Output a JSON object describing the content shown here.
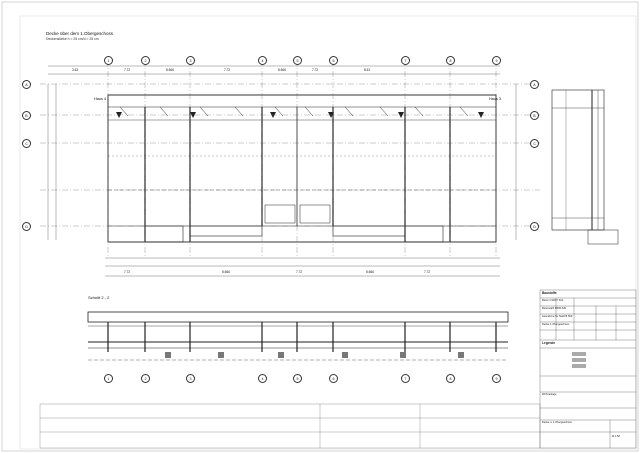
{
  "plan": {
    "title": "Decke über dem 1.Obergeschoss",
    "subtitle": "Deckenstärke h = 25 cm/d = 25 cm",
    "haus_left": "Haus 4",
    "haus_right": "Haus 3"
  },
  "section": {
    "title": "Schnitt 2 - 2"
  },
  "grid": {
    "columns": [
      "1",
      "2",
      "3",
      "4",
      "5",
      "6",
      "7",
      "8",
      "9"
    ],
    "rows": [
      "A",
      "B",
      "C",
      "D"
    ],
    "dimensions_top": [
      "3.63",
      "7.72",
      "8.666",
      "7.72",
      "8.666",
      "7.72",
      "8.61"
    ],
    "dimensions_bottom": [
      "7.72",
      "8.666",
      "7.72",
      "8.666",
      "7.72"
    ]
  },
  "titleblock": {
    "header": "Baustoffe",
    "legend_header": "Legende",
    "rows": [
      "Beton   C30/37  XC1",
      "Betonstahl   B500 A/B",
      "Ausnahme für Stahl B 500",
      "Decke 1.Obergeschoss"
    ],
    "project": "Wohnanlage",
    "drawing": "Decke ü. 1.Obergeschoss",
    "scale": "M 1:50"
  },
  "colors": {
    "line": "#222222",
    "grid": "#555555",
    "frame": "#999999",
    "paper": "#ffffff"
  }
}
